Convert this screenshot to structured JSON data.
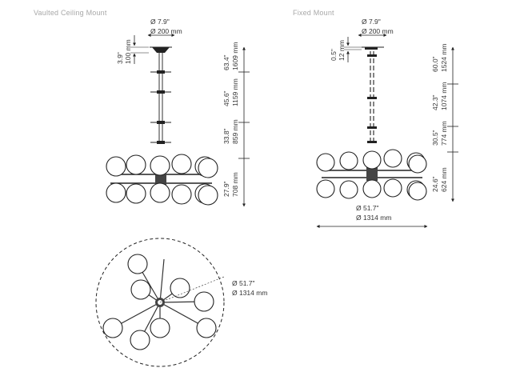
{
  "titles": {
    "vaulted": "Vaulted Ceiling Mount",
    "fixed": "Fixed Mount"
  },
  "vaulted": {
    "canopy_in": "Ø 7.9\"",
    "canopy_mm": "Ø 200 mm",
    "canopy_h_in": "3.9\"",
    "canopy_h_mm": "100 mm",
    "total_in": "63.4\"",
    "total_mm": "1609 mm",
    "mid_in": "45.6\"",
    "mid_mm": "1159 mm",
    "min_in": "33.8\"",
    "min_mm": "859 mm",
    "body_in": "27.9\"",
    "body_mm": "708 mm"
  },
  "fixed": {
    "canopy_in": "Ø 7.9\"",
    "canopy_mm": "Ø 200 mm",
    "canopy_h_in": "0.5\"",
    "canopy_h_mm": "12 mm",
    "total_in": "60.0\"",
    "total_mm": "1524 mm",
    "mid_in": "42.3\"",
    "mid_mm": "1074 mm",
    "min_in": "30.5\"",
    "min_mm": "774 mm",
    "body_in": "24.6\"",
    "body_mm": "624 mm",
    "width_in": "Ø 51.7\"",
    "width_mm": "Ø 1314 mm"
  },
  "plan": {
    "width_in": "Ø 51.7\"",
    "width_mm": "Ø 1314 mm"
  }
}
